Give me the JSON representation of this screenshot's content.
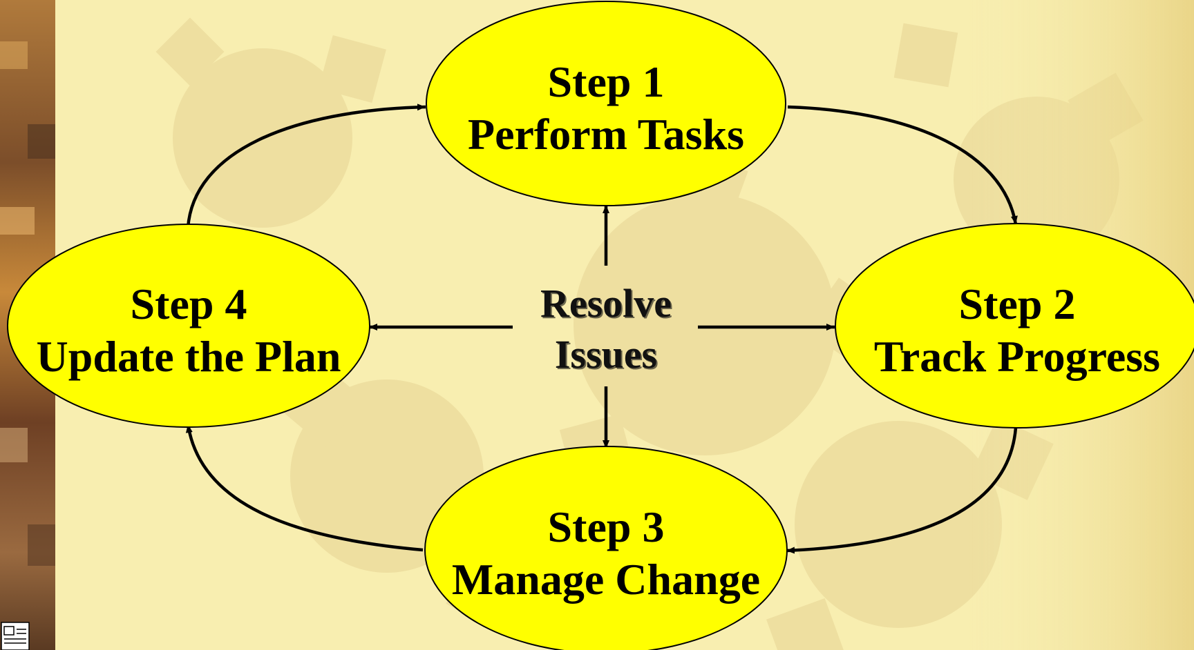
{
  "colors": {
    "background": "#f8eeb0",
    "gear": "#ecdc9e",
    "ellipse_fill": "#ffff00",
    "ellipse_stroke": "#000000",
    "arrow": "#000000",
    "left_strip": "#8a5a30"
  },
  "icons": {
    "document_icon": "document-icon"
  },
  "diagram": {
    "center": {
      "line1": "Resolve",
      "line2": "Issues"
    },
    "steps": [
      {
        "step": "Step 1",
        "label": "Perform Tasks"
      },
      {
        "step": "Step 2",
        "label": "Track Progress"
      },
      {
        "step": "Step 3",
        "label": "Manage Change"
      },
      {
        "step": "Step 4",
        "label": "Update the Plan"
      }
    ]
  }
}
